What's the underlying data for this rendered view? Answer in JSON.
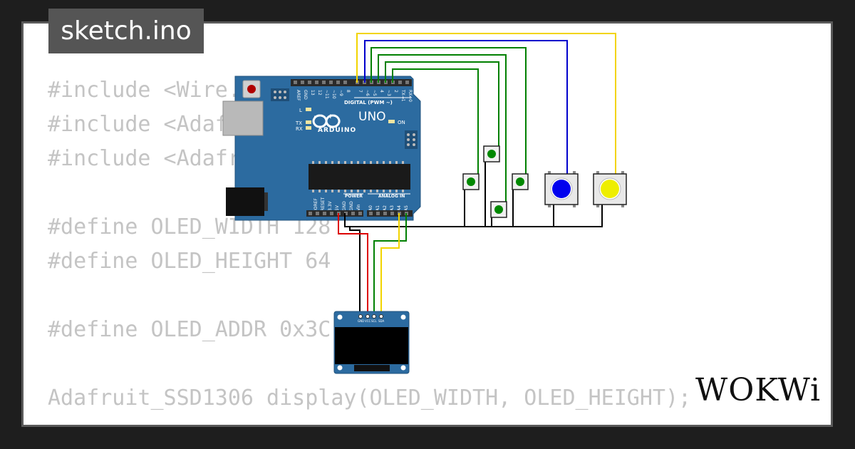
{
  "app": {
    "title": "sketch.ino",
    "logo": "WOKWi"
  },
  "code_lines": [
    "#include <Wire.h>",
    "#include <Adafruit_GFX.h>",
    "#include <Adafruit_SSD1306.h>",
    "",
    "#define OLED_WIDTH 128",
    "#define OLED_HEIGHT 64",
    "",
    "#define OLED_ADDR 0x3C",
    "",
    "Adafruit_SSD1306 display(OLED_WIDTH, OLED_HEIGHT);"
  ],
  "board": {
    "name": "UNO",
    "brand": "ARDUINO",
    "digital_label": "DIGITAL (PWM ~)",
    "analog_label": "ANALOG IN",
    "power_label": "POWER",
    "on_label": "ON",
    "l_label": "L",
    "tx_label": "TX",
    "rx_label": "RX",
    "top_pins": [
      "AREF",
      "GND",
      "13",
      "12",
      "~11",
      "~10",
      "~9",
      "8",
      "7",
      "~6",
      "~5",
      "4",
      "~3",
      "2",
      "TX→1",
      "RX←0"
    ],
    "power_pins": [
      "IOREF",
      "RESET",
      "3.3V",
      "5V",
      "GND",
      "GND",
      "Vin"
    ],
    "analog_pins": [
      "A0",
      "A1",
      "A2",
      "A3",
      "A4",
      "A5"
    ]
  },
  "oled": {
    "pins": [
      "GND",
      "VCC",
      "SCL",
      "SDA"
    ]
  },
  "buttons": [
    {
      "id": "btn-1",
      "color": "#008800"
    },
    {
      "id": "btn-2",
      "color": "#008800"
    },
    {
      "id": "btn-3",
      "color": "#008800"
    },
    {
      "id": "btn-4",
      "color": "#008800"
    },
    {
      "id": "btn-blue",
      "color": "#0000ee"
    },
    {
      "id": "btn-yellow",
      "color": "#eeee00"
    }
  ],
  "colors": {
    "board": "#2c6ba0",
    "wire_yellow": "#f2d400",
    "wire_blue": "#0000cc",
    "wire_green": "#008000",
    "wire_black": "#000000",
    "wire_red": "#dd0000"
  }
}
